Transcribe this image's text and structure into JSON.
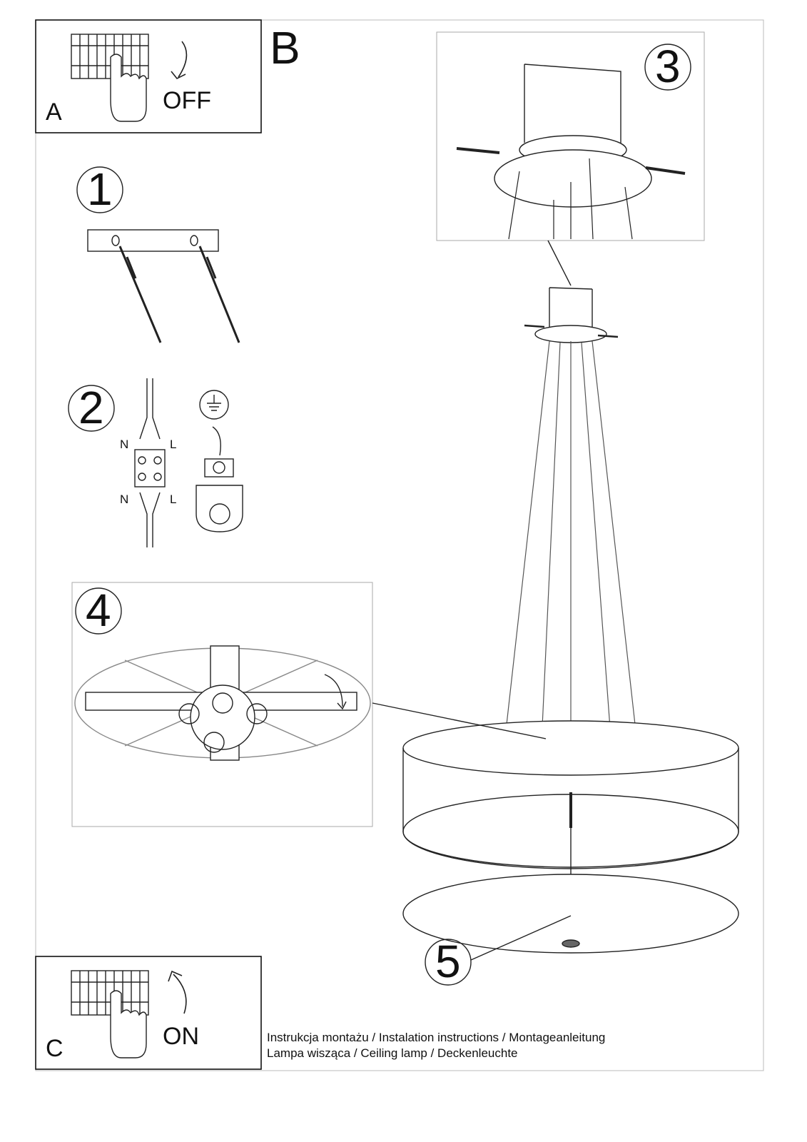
{
  "section_label": "B",
  "box_a": {
    "letter": "A",
    "action": "OFF",
    "icon": "circuit-breaker-icon"
  },
  "box_c": {
    "letter": "C",
    "action": "ON",
    "icon": "circuit-breaker-icon"
  },
  "steps": [
    {
      "number": "1",
      "icon": "mounting-bracket-with-anchors-icon"
    },
    {
      "number": "2",
      "icon": "wiring-terminal-icon",
      "terminal_labels": [
        "N",
        "L",
        "N",
        "L"
      ],
      "ground": "ground-symbol-icon"
    },
    {
      "number": "3",
      "icon": "canopy-screws-icon"
    },
    {
      "number": "4",
      "icon": "lampshade-frame-icon"
    },
    {
      "number": "5",
      "icon": "diffuser-icon"
    }
  ],
  "footer": {
    "line1": "Instrukcja montażu / Instalation instructions / Montageanleitung",
    "line2": "Lampa wisząca / Ceiling lamp / Deckenleuchte"
  }
}
